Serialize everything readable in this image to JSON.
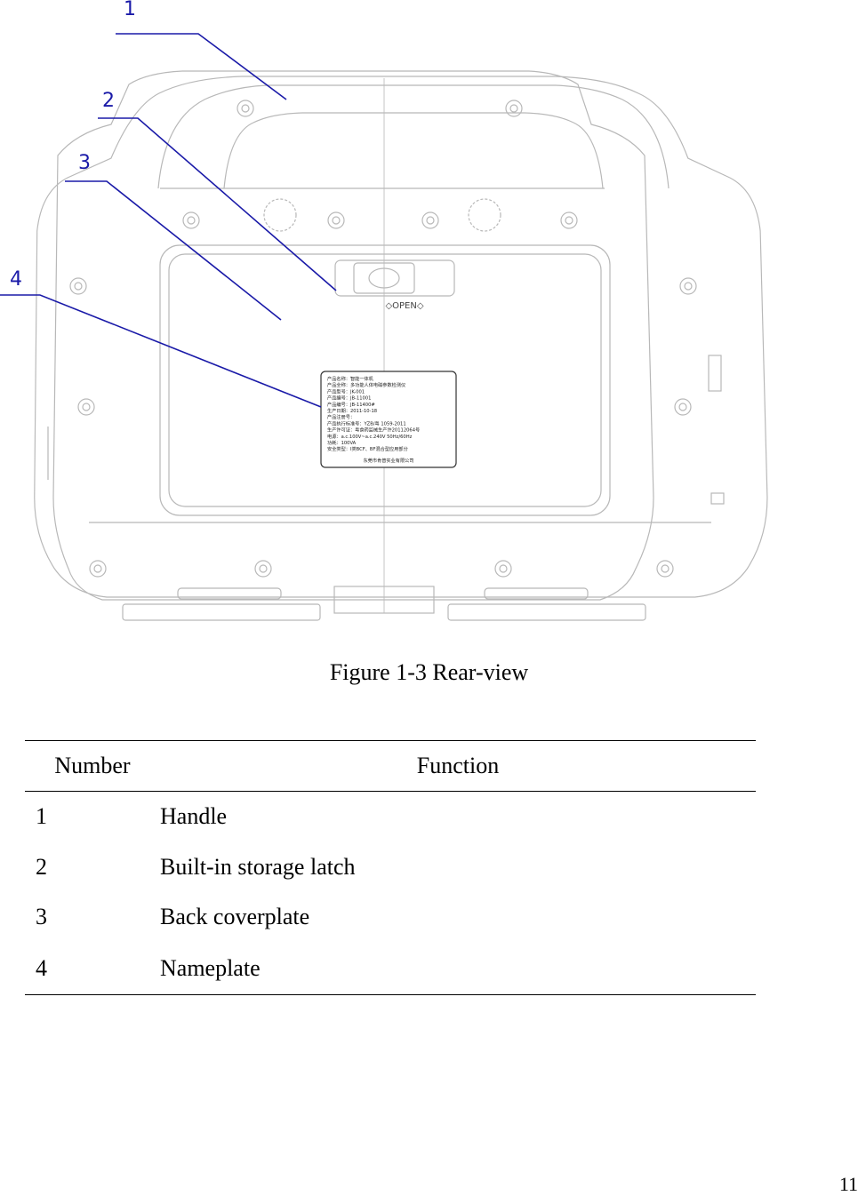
{
  "figure": {
    "callouts": [
      "1",
      "2",
      "3",
      "4"
    ],
    "open_label": "◇OPEN◇",
    "nameplate_lines": [
      "产品名称：智能一体机",
      "产品全称：多功能人体电磁参数检测仪",
      "产品型号：JK-001",
      "产品编号：JB-11001",
      "产品编号：JB-11400#",
      "生产日期：2011-10-18",
      "产品注册号：",
      "产品执行标准号：YZB/粤 1059-2011",
      "生产许可证：粤食药监械生产许20112064号",
      "电源：a.c.100V~a.c.240V 50Hz/60Hz",
      "功耗：100VA",
      "安全类型：Ⅰ类BCF、BF混合型应用部分",
      "东莞市肯普实业有限公司"
    ]
  },
  "caption": "Figure 1-3 Rear-view",
  "table": {
    "headers": [
      "Number",
      "Function"
    ],
    "rows": [
      {
        "number": "1",
        "function": "Handle"
      },
      {
        "number": "2",
        "function": "Built-in storage latch"
      },
      {
        "number": "3",
        "function": "Back coverplate"
      },
      {
        "number": "4",
        "function": "Nameplate"
      }
    ]
  },
  "page_number": "11",
  "colors": {
    "callout_line": "#1a1aa8",
    "drawing_line": "#b8b8b8"
  }
}
